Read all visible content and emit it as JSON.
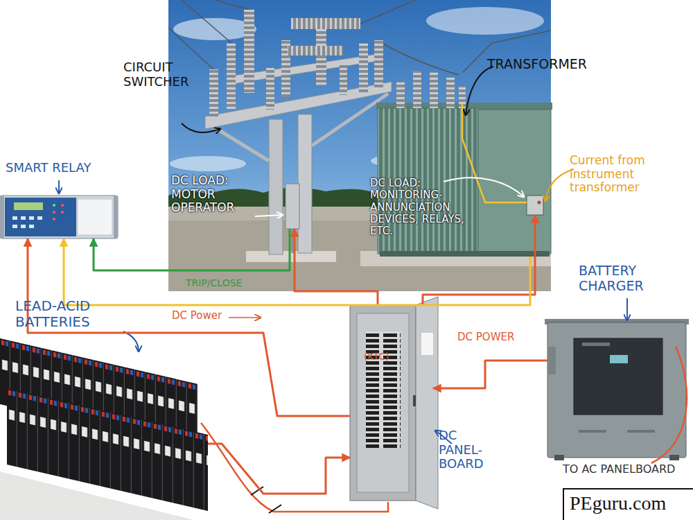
{
  "diagram": {
    "nodes": [
      {
        "text": [
          "CIRCUIT SWITCHER"
        ]
      },
      {
        "text": [
          "TRANSFORMER"
        ]
      },
      {
        "text": [
          "SMART RELAY"
        ]
      },
      {
        "text": [
          "DC LOAD: MOTOR OPERATOR"
        ]
      },
      {
        "text": [
          "DC LOAD: MONITORING-ANNUNCIATION DEVICES, RELAYS, ETC."
        ]
      },
      {
        "text": [
          "LEAD-ACID BATTERIES"
        ]
      },
      {
        "text": [
          "DC PANEL-BOARD"
        ]
      },
      {
        "text": [
          "BATTERY CHARGER"
        ]
      }
    ],
    "edges": [
      {
        "from": 5,
        "to": 6,
        "arrow": "to"
      },
      {
        "from": 7,
        "to": 6,
        "label": "DC POWER",
        "arrow": "to"
      },
      {
        "from": 6,
        "to": 2,
        "label": "DC Power",
        "arrow": "to"
      },
      {
        "from": 6,
        "to": 3,
        "arrow": "to"
      },
      {
        "from": 6,
        "to": 4,
        "arrow": "to"
      },
      {
        "from": 3,
        "to": 2,
        "label": "TRIP/CLOSE",
        "arrow": "to"
      },
      {
        "from": 1,
        "to": 2,
        "label": "Current from instrument transformer",
        "arrow": "to"
      }
    ],
    "labels": [
      "(KTC)",
      "TO AC PANELBOARD",
      "PEguru.com"
    ]
  }
}
